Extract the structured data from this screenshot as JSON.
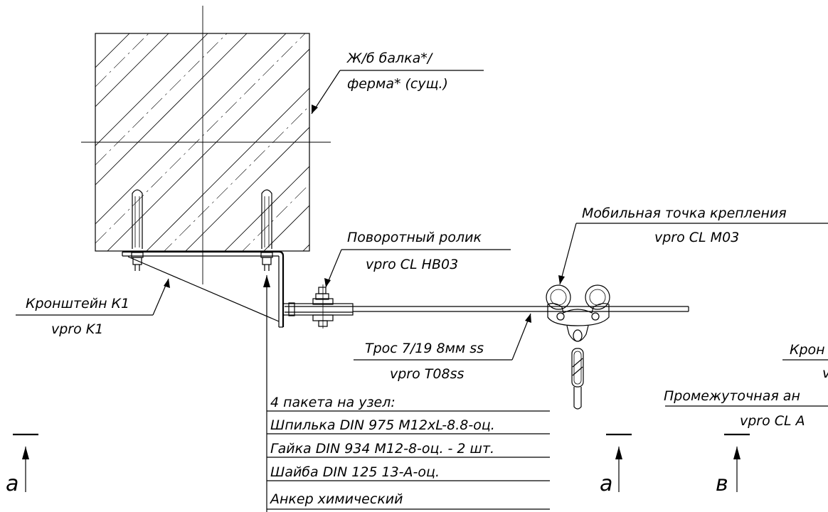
{
  "labels": {
    "beam_line1": "Ж/б балка*/",
    "beam_line2": "ферма* (сущ.)",
    "pulley_line1": "Поворотный ролик",
    "pulley_line2": "vpro CL HB03",
    "mobile_line1": "Мобильная точка крепления",
    "mobile_line2": "vpro CL M03",
    "bracket_line1": "Кронштейн К1",
    "bracket_line2": "vpro K1",
    "cable_line1": "Трос 7/19 8мм ss",
    "cable_line2": "vpro T08ss",
    "bracket_right_partial": "Крон",
    "bracket_right_partial_line2": "v",
    "intermediate_line1": "Промежуточная ан",
    "intermediate_line2": "vpro CL A"
  },
  "fasteners": {
    "header": "4 пакета на узел:",
    "items": [
      "Шпилька DIN 975 М12xL-8.8-оц.",
      "Гайка DIN 934 М12-8-оц. - 2 шт.",
      "Шайба DIN 125 13-А-оц.",
      "Анкер химический"
    ]
  },
  "section_marks": {
    "left": "а",
    "middle": "а",
    "right": "в"
  },
  "colors": {
    "line": "#000000",
    "background": "#ffffff"
  }
}
